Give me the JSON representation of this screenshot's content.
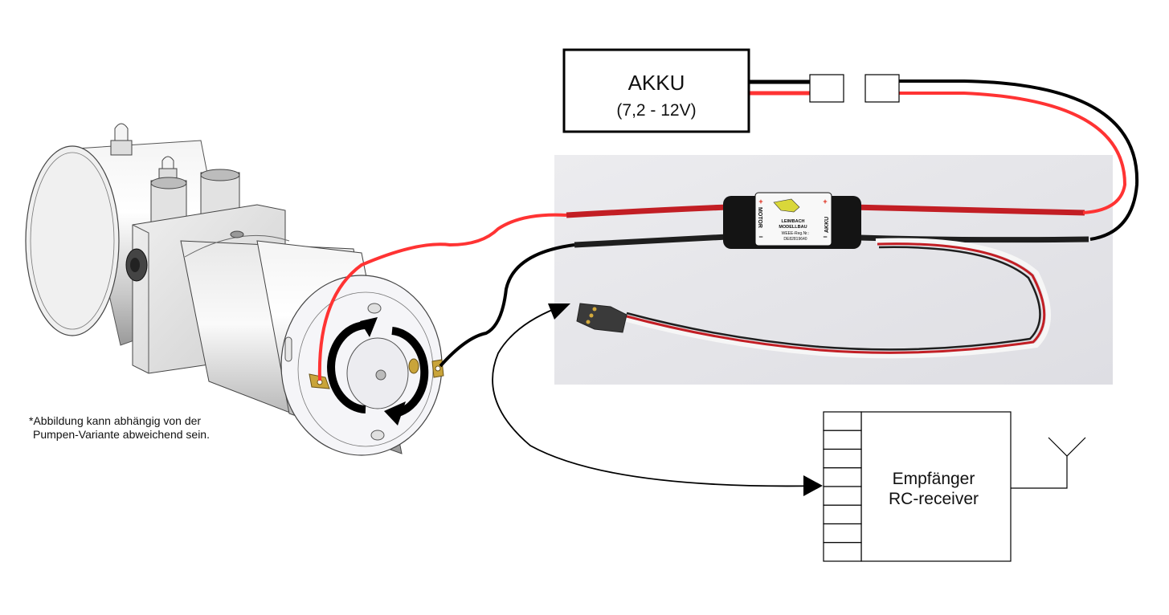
{
  "battery": {
    "title": "AKKU",
    "voltage": "(7,2 - 12V)"
  },
  "controller": {
    "brand_line1": "LEIMBACH",
    "brand_line2": "MODELLBAU",
    "left_label": "MOTOR",
    "right_label": "AKKU",
    "plus": "+",
    "minus": "−",
    "weee_line1": "WEEE-Reg.Nr.:",
    "weee_line2": "DE82819640"
  },
  "receiver": {
    "line1": "Empfänger",
    "line2": "RC-receiver",
    "channel_slots": 8
  },
  "footnote": {
    "line1": "*Abbildung kann abhängig von der",
    "line2": "Pumpen-Variante abweichend sein."
  },
  "colors": {
    "wire_red": "#ff3333",
    "wire_black": "#000000",
    "photo_bg": "#e8e8ec"
  }
}
